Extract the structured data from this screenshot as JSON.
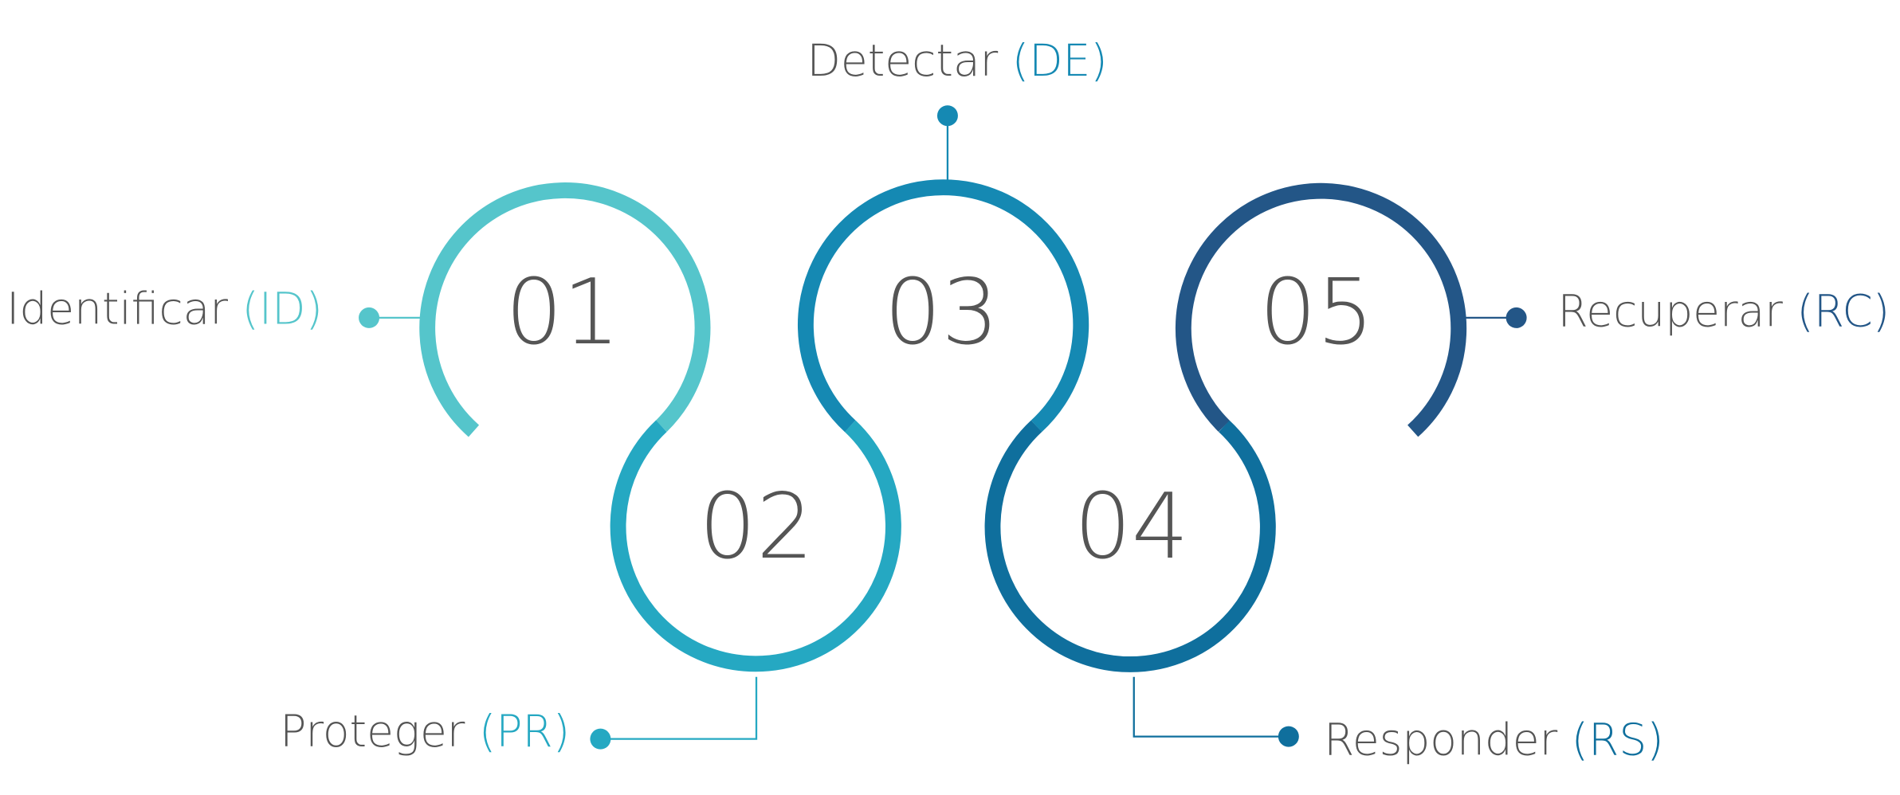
{
  "stages": [
    {
      "number": "01",
      "name": "Identificar",
      "code": "(ID)",
      "color": "#55c5cb"
    },
    {
      "number": "02",
      "name": "Proteger",
      "code": "(PR)",
      "color": "#25a8c2"
    },
    {
      "number": "03",
      "name": "Detectar",
      "code": "(DE)",
      "color": "#1589b3"
    },
    {
      "number": "04",
      "name": "Responder",
      "code": "(RS)",
      "color": "#0f6f9d"
    },
    {
      "number": "05",
      "name": "Recuperar",
      "code": "(RC)",
      "color": "#235687"
    }
  ],
  "text_color": "#555555"
}
